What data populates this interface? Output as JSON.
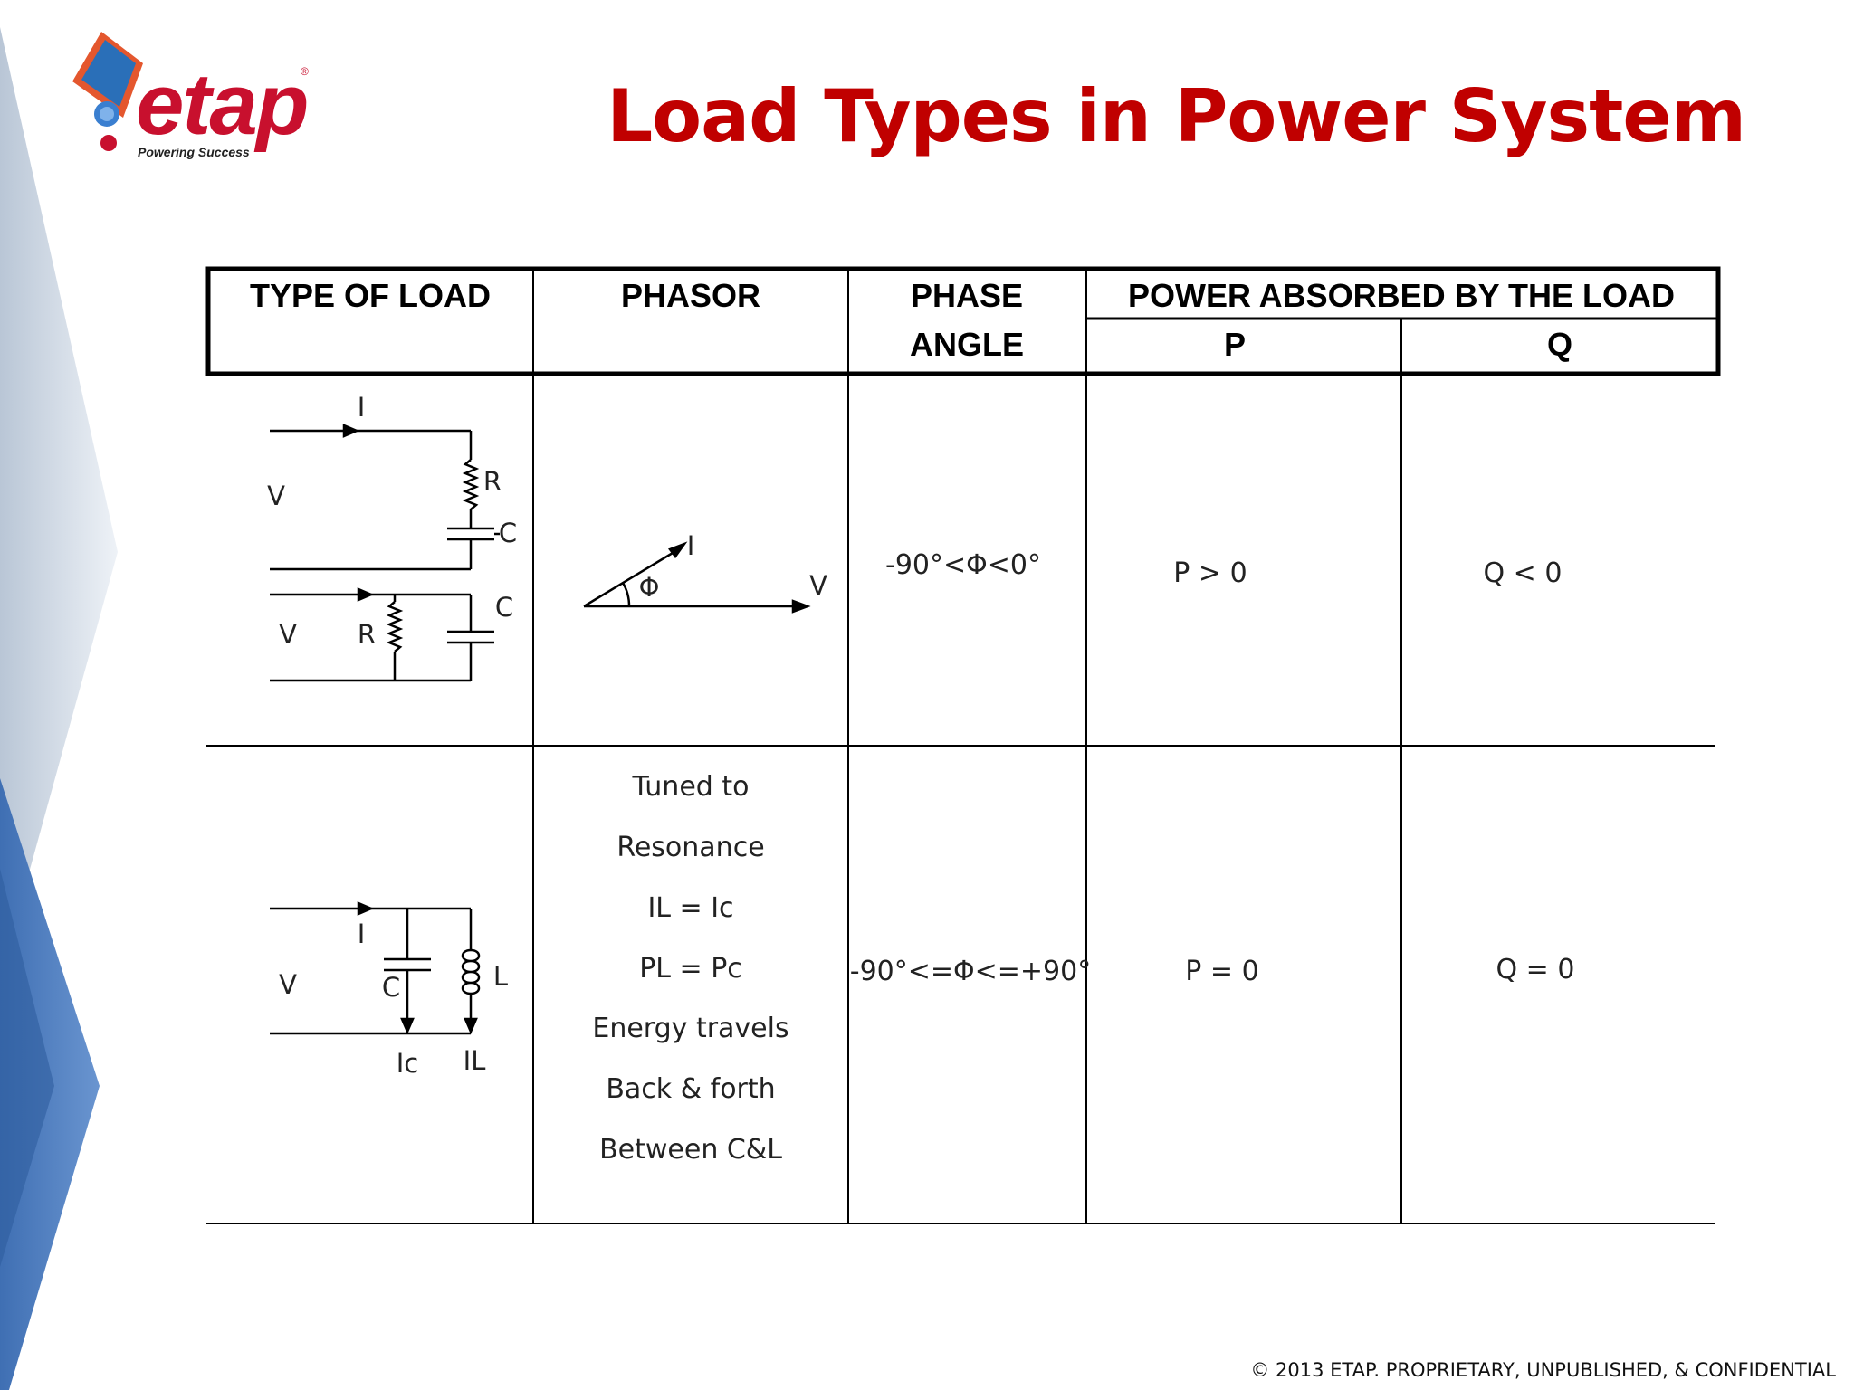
{
  "title": "Load Types in Power System",
  "logo": {
    "wordmark": "etap",
    "tagline": "Powering Success",
    "registered": "®"
  },
  "table": {
    "headers": {
      "type": "TYPE OF LOAD",
      "phasor": "PHASOR",
      "phase_line1": "PHASE",
      "phase_line2": "ANGLE",
      "power": "POWER ABSORBED BY THE LOAD",
      "p": "P",
      "q": "Q"
    },
    "row1": {
      "circuit_labels": {
        "i": "I",
        "v_top": "V",
        "r_top": "R",
        "c_top": "C",
        "v_bot": "V",
        "r_bot": "R",
        "c_bot": "C"
      },
      "phasor_labels": {
        "i": "I",
        "phi": "Φ",
        "v": "V"
      },
      "phase_angle": "-90°<Φ<0°",
      "p": "P > 0",
      "q": "Q < 0"
    },
    "row2": {
      "circuit_labels": {
        "v": "V",
        "i": "I",
        "c": "C",
        "l": "L",
        "ic": "Ic",
        "il": "IL"
      },
      "phasor_lines": [
        "Tuned to",
        "Resonance",
        "IL = Ic",
        "PL = Pc",
        "Energy travels",
        "Back & forth",
        "Between C&L"
      ],
      "phase_angle": "-90°<=Φ<=+90°",
      "p": "P = 0",
      "q": "Q = 0"
    }
  },
  "footer": "© 2013 ETAP. PROPRIETARY, UNPUBLISHED, & CONFIDENTIAL",
  "colors": {
    "title": "#c00000",
    "brand_red": "#c8102e",
    "deco_blue": "#4f7fc0",
    "deco_gray": "#c9d3e0"
  }
}
